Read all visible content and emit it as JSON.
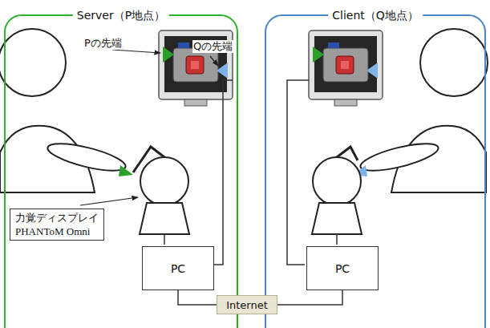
{
  "diagram": {
    "nodes": [
      {
        "text": [
          "Server（P地点）"
        ]
      },
      {
        "text": [
          "力覚ディスプレイ",
          "PHANToM Omni"
        ],
        "in": 0
      },
      {
        "text": [
          "PC"
        ],
        "in": 0
      },
      {
        "text": [
          "Client（Q地点）"
        ]
      },
      {
        "text": [
          "PC"
        ],
        "in": 3
      },
      {
        "text": [
          "Internet"
        ]
      }
    ],
    "edges": [
      {
        "from": 2,
        "to": 5,
        "arrow": "none"
      },
      {
        "from": 5,
        "to": 4,
        "arrow": "none"
      }
    ],
    "labels": [
      "Pの先端",
      "Qの先端"
    ]
  }
}
